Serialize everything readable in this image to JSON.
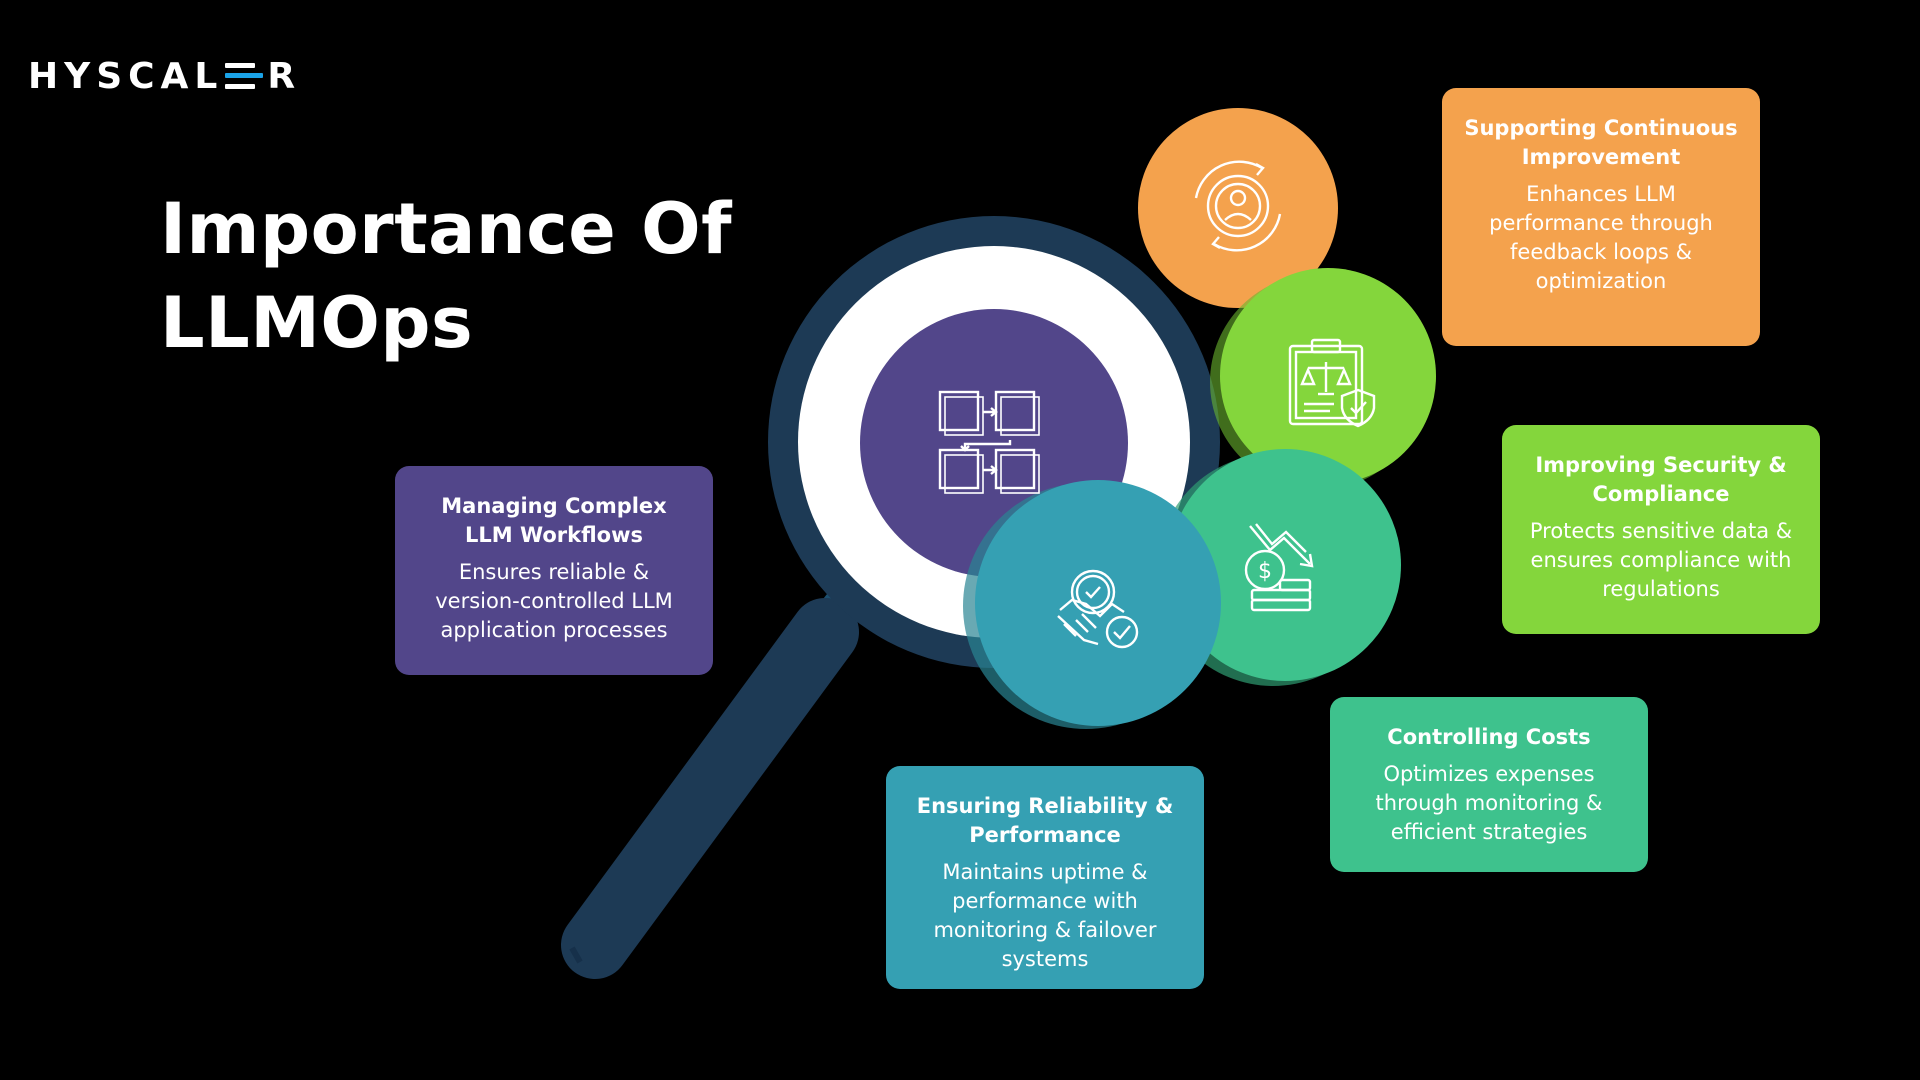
{
  "brand": {
    "logo_prefix": "HYSCAL",
    "logo_suffix": "R",
    "logo_glyph_colors": [
      "#ffffff",
      "#1aa3e8",
      "#ffffff"
    ]
  },
  "header": {
    "title_line1": "Importance Of",
    "title_line2": "LLMOps"
  },
  "colors": {
    "background": "#000000",
    "purple": "#52468a",
    "teal": "#35a0b3",
    "mint": "#3ec28d",
    "lime": "#84d63c",
    "orange": "#f4a24d",
    "magnifier": "#1d3a55"
  },
  "cards": {
    "managing": {
      "title": "Managing Complex LLM Workflows",
      "desc": "Ensures reliable & version-controlled LLM application processes",
      "icon": "workflow-icon"
    },
    "reliability": {
      "title": "Ensuring Reliability & Performance",
      "desc": "Maintains uptime & performance with monitoring & failover systems",
      "icon": "handshake-clock-icon"
    },
    "costs": {
      "title": "Controlling Costs",
      "desc": "Optimizes expenses through monitoring & efficient strategies",
      "icon": "cost-reduction-icon"
    },
    "security": {
      "title": "Improving Security & Compliance",
      "desc": "Protects sensitive data & ensures compliance with regulations",
      "icon": "compliance-clipboard-icon"
    },
    "continuous": {
      "title": "Supporting Continuous Improvement",
      "desc": "Enhances LLM performance through feedback loops & optimization",
      "icon": "gear-cycle-icon"
    }
  }
}
